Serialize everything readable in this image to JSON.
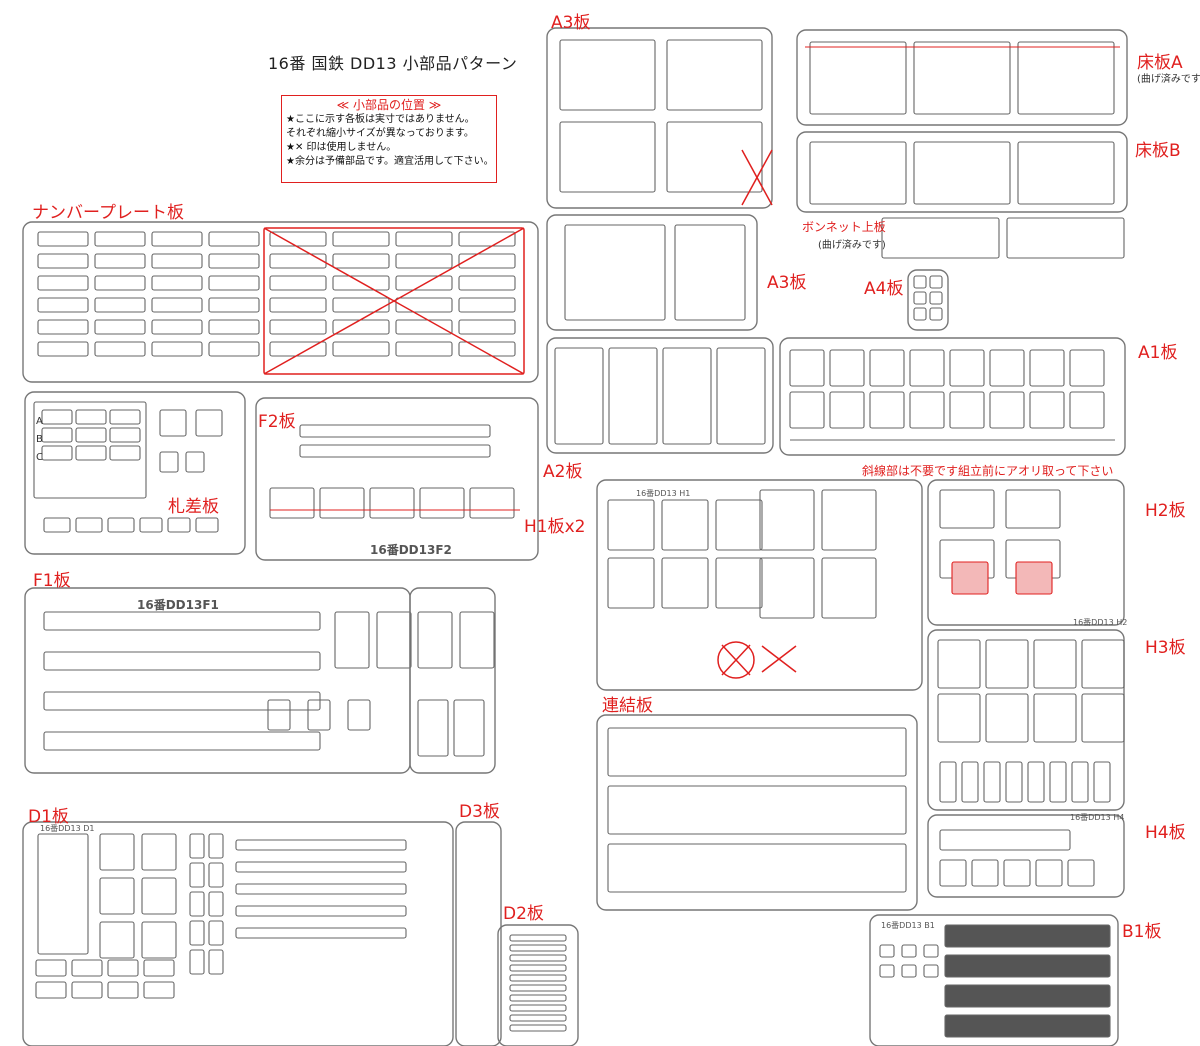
{
  "title": "16番 国鉄 DD13 小部品パターン",
  "notes": {
    "heading": "≪ 小部品の位置 ≫",
    "lines": [
      "★ここに示す各板は実寸ではありません。",
      "それぞれ縮小サイズが異なっております。",
      "★✕ 印は使用しません。",
      "★余分は予備部品です。適宜活用して下さい。"
    ]
  },
  "labels": {
    "a3_top": "A3板",
    "a3_mid": "A3板",
    "floor_a": "床板A",
    "floor_a_note": "(曲げ済みです)",
    "floor_b": "床板B",
    "bonnet": "ボンネット上板",
    "bonnet_note": "(曲げ済みです)",
    "a4": "A4板",
    "a1": "A1板",
    "a2": "A2板",
    "number_plate": "ナンバープレート板",
    "fuda": "札差板",
    "f2": "F2板",
    "f1": "F1板",
    "h1": "H1板x2",
    "h2": "H2板",
    "h3": "H3板",
    "h4": "H4板",
    "hatch_note": "斜線部は不要です組立前にアオリ取って下さい",
    "renketsu": "連結板",
    "d1": "D1板",
    "d2": "D2板",
    "d3": "D3板",
    "b1": "B1板"
  },
  "plate_marks": {
    "f2": "16番DD13F2",
    "f1": "16番DD13F1",
    "d1": "16番DD13 D1",
    "h1": "16番DD13 H1",
    "h2": "16番DD13 H2",
    "h4": "16番DD13 H4",
    "b1": "16番DD13 B1",
    "rows": [
      "A",
      "B",
      "C"
    ]
  },
  "colors": {
    "label": "#e0201f",
    "line": "#555555",
    "cross": "#e0201f"
  }
}
